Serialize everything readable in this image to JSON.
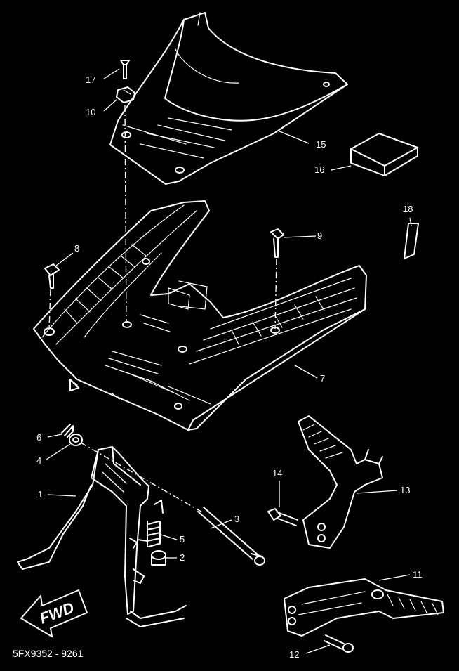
{
  "diagram": {
    "part_labels": {
      "p1": "1",
      "p2": "2",
      "p3": "3",
      "p4": "4",
      "p5": "5",
      "p6": "6",
      "p7": "7",
      "p8": "8",
      "p9": "9",
      "p10": "10",
      "p11": "11",
      "p12": "12",
      "p13": "13",
      "p14": "14",
      "p15": "15",
      "p16": "16",
      "p17": "17",
      "p18": "18"
    },
    "direction_label": "FWD",
    "drawing_code": "5FX9352 - 9261",
    "colors": {
      "background": "#000000",
      "line": "#ffffff"
    }
  }
}
